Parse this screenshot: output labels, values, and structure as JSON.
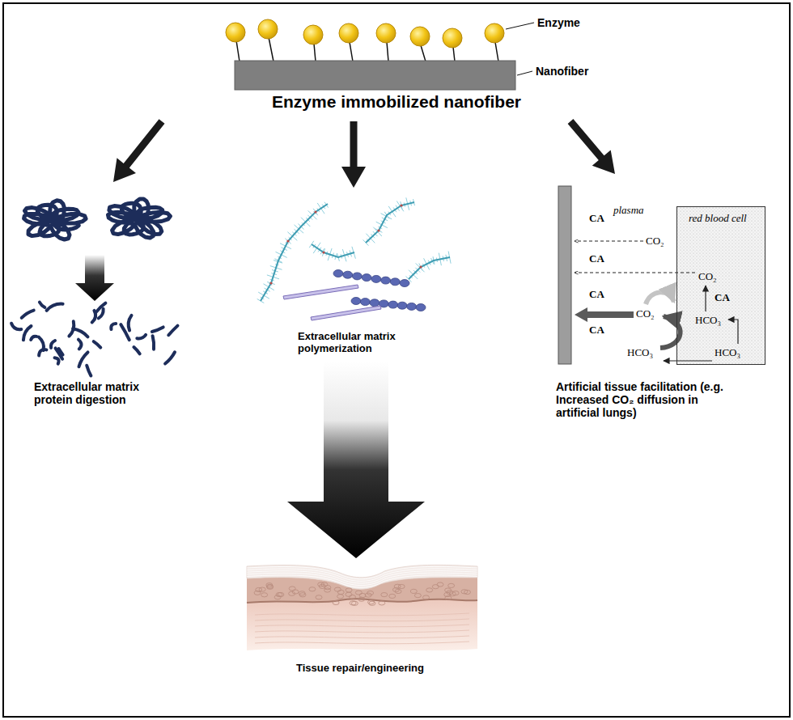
{
  "diagram": {
    "nodes": [
      {
        "text": [
          "Enzyme immobilized nanofiber"
        ]
      },
      {
        "text": [
          "Extracellular matrix protein digestion"
        ]
      },
      {
        "text": [
          "Extracellular matrix polymerization"
        ]
      },
      {
        "text": [
          "Artificial tissue facilitation (e.g. Increased CO₂ diffusion in artificial lungs)"
        ]
      },
      {
        "text": [
          "red blood cell",
          "CO₂",
          "CA",
          "HCO₃",
          "HCO₃"
        ],
        "in": 3
      },
      {
        "text": [
          "Tissue repair/engineering"
        ]
      }
    ],
    "edges": [
      {
        "from": 0,
        "to": 1,
        "arrow": "to"
      },
      {
        "from": 0,
        "to": 2,
        "arrow": "to"
      },
      {
        "from": 0,
        "to": 3,
        "arrow": "to"
      },
      {
        "from": 2,
        "to": 5,
        "arrow": "to"
      }
    ],
    "labels": [
      "Enzyme",
      "Nanofiber",
      "plasma",
      "CA",
      "CO₂",
      "CA",
      "CA",
      "CO₂",
      "CA",
      "HCO₃"
    ]
  }
}
